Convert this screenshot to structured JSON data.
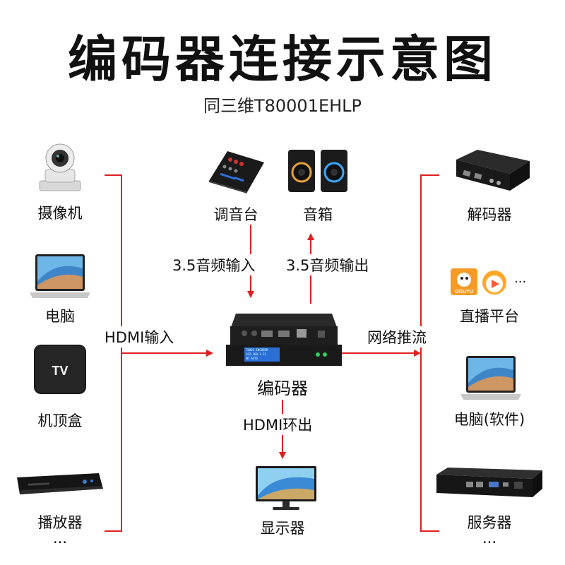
{
  "title": "编码器连接示意图",
  "subtitle": "同三维T80001EHLP",
  "encoder": {
    "label": "编码器",
    "screen_line1": "T8001 ENCODER",
    "screen_line2": "192.168.1.31",
    "screen_line3": "HD  AUTO"
  },
  "inputs": [
    {
      "label": "摄像机",
      "icon": "camera-icon"
    },
    {
      "label": "电脑",
      "icon": "laptop-icon"
    },
    {
      "label": "机顶盒",
      "icon": "tv-box-icon"
    },
    {
      "label": "播放器",
      "icon": "player-icon"
    }
  ],
  "inputs_more": "...",
  "tvbox_text": "TV",
  "outputs": [
    {
      "label": "解码器",
      "icon": "decoder-icon"
    },
    {
      "label": "直播平台",
      "icon": "platform-icon"
    },
    {
      "label": "电脑(软件)",
      "icon": "laptop-icon"
    },
    {
      "label": "服务器",
      "icon": "server-icon"
    }
  ],
  "outputs_more": "...",
  "platform_more": "...",
  "platform_logo_text": "DOUYU",
  "top_devices": [
    {
      "label": "调音台",
      "icon": "mixer-icon"
    },
    {
      "label": "音箱",
      "icon": "speaker-icon"
    }
  ],
  "bottom_device": {
    "label": "显示器",
    "icon": "monitor-icon"
  },
  "connections": {
    "hdmi_in": "HDMI输入",
    "audio_in": "3.5音频输入",
    "audio_out": "3.5音频输出",
    "network_push": "网络推流",
    "hdmi_out": "HDMI环出"
  },
  "colors": {
    "line": "#e02020",
    "device_dark": "#222222",
    "screen_blue": "#2a6fd6"
  }
}
